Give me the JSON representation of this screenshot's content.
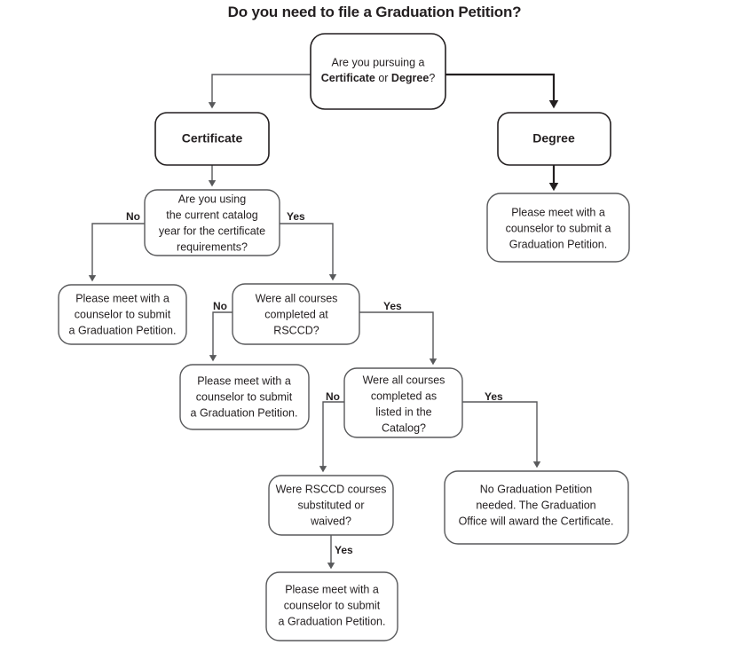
{
  "title": "Do you need to file a Graduation Petition?",
  "chart_data": {
    "type": "diagram",
    "diagram_kind": "flowchart",
    "title": "Do you need to file a Graduation Petition?",
    "orientation": "top-down",
    "node_shape": "rounded-rectangle",
    "colors": {
      "background": "#ffffff",
      "box_stroke": "#58595b",
      "box_stroke_heavy": "#231f20",
      "box_fill": "#ffffff",
      "text": "#231f20"
    },
    "nodes": [
      {
        "id": "q-start",
        "kind": "decision",
        "lines": [
          "Are you pursuing a",
          "Certificate or Degree?"
        ],
        "bold_words": [
          "Certificate",
          "Degree"
        ]
      },
      {
        "id": "n-certificate",
        "kind": "branch",
        "lines": [
          "Certificate"
        ],
        "bold": true
      },
      {
        "id": "n-degree",
        "kind": "branch",
        "lines": [
          "Degree"
        ],
        "bold": true
      },
      {
        "id": "r-degree-petition",
        "kind": "result",
        "lines": [
          "Please meet with a",
          "counselor to submit a",
          "Graduation Petition."
        ]
      },
      {
        "id": "q-catalog-year",
        "kind": "decision",
        "lines": [
          "Are you using",
          "the current catalog",
          "year for the certificate",
          "requirements?"
        ]
      },
      {
        "id": "r-catalog-no",
        "kind": "result",
        "lines": [
          "Please meet with a",
          "counselor to submit",
          "a Graduation Petition."
        ]
      },
      {
        "id": "q-rsccd",
        "kind": "decision",
        "lines": [
          "Were all courses",
          "completed at",
          "RSCCD?"
        ]
      },
      {
        "id": "r-rsccd-no",
        "kind": "result",
        "lines": [
          "Please meet with a",
          "counselor to submit",
          "a Graduation Petition."
        ]
      },
      {
        "id": "q-catalog-listed",
        "kind": "decision",
        "lines": [
          "Were all courses",
          "completed  as",
          "listed in the",
          "Catalog?"
        ]
      },
      {
        "id": "r-no-petition",
        "kind": "result",
        "lines": [
          "No Graduation Petition",
          "needed. The Graduation",
          "Office will award the Certificate."
        ]
      },
      {
        "id": "q-substituted",
        "kind": "decision",
        "lines": [
          "Were RSCCD courses",
          "substituted or",
          "waived?"
        ]
      },
      {
        "id": "r-substituted-yes",
        "kind": "result",
        "lines": [
          "Please meet with a",
          "counselor to submit",
          "a Graduation Petition."
        ]
      }
    ],
    "edges": [
      {
        "from": "q-start",
        "to": "n-certificate",
        "label": ""
      },
      {
        "from": "q-start",
        "to": "n-degree",
        "label": ""
      },
      {
        "from": "n-certificate",
        "to": "q-catalog-year",
        "label": ""
      },
      {
        "from": "n-degree",
        "to": "r-degree-petition",
        "label": ""
      },
      {
        "from": "q-catalog-year",
        "to": "r-catalog-no",
        "label": "No"
      },
      {
        "from": "q-catalog-year",
        "to": "q-rsccd",
        "label": "Yes"
      },
      {
        "from": "q-rsccd",
        "to": "r-rsccd-no",
        "label": "No"
      },
      {
        "from": "q-rsccd",
        "to": "q-catalog-listed",
        "label": "Yes"
      },
      {
        "from": "q-catalog-listed",
        "to": "q-substituted",
        "label": "No"
      },
      {
        "from": "q-catalog-listed",
        "to": "r-no-petition",
        "label": "Yes"
      },
      {
        "from": "q-substituted",
        "to": "r-substituted-yes",
        "label": "Yes"
      }
    ],
    "edge_labels": [
      "No",
      "Yes",
      "No",
      "Yes",
      "No",
      "Yes",
      "Yes"
    ]
  },
  "labels": {
    "yes": "Yes",
    "no": "No"
  },
  "nodes": {
    "start": {
      "line1": "Are you pursuing a",
      "line2a": "Certificate",
      "line2b": " or ",
      "line2c": "Degree",
      "line2d": "?"
    },
    "certificate": {
      "line1": "Certificate"
    },
    "degree": {
      "line1": "Degree"
    },
    "degree_result": {
      "line1": "Please meet with a",
      "line2": "counselor to submit a",
      "line3": "Graduation Petition."
    },
    "catalog_year": {
      "line1": "Are you using",
      "line2": "the current catalog",
      "line3": "year for the certificate",
      "line4": "requirements?"
    },
    "catalog_no_result": {
      "line1": "Please meet with a",
      "line2": "counselor to submit",
      "line3": "a Graduation Petition."
    },
    "rsccd": {
      "line1": "Were all courses",
      "line2": "completed at",
      "line3": "RSCCD?"
    },
    "rsccd_no_result": {
      "line1": "Please meet with a",
      "line2": "counselor to submit",
      "line3": "a Graduation Petition."
    },
    "catalog_listed": {
      "line1": "Were all courses",
      "line2": "completed  as",
      "line3": "listed in the",
      "line4": "Catalog?"
    },
    "no_petition_result": {
      "line1": "No Graduation Petition",
      "line2": "needed. The Graduation",
      "line3": "Office will award the Certificate."
    },
    "substituted": {
      "line1": "Were RSCCD courses",
      "line2": "substituted or",
      "line3": "waived?"
    },
    "substituted_yes_result": {
      "line1": "Please meet with a",
      "line2": "counselor to submit",
      "line3": "a Graduation Petition."
    }
  },
  "edge_label_text": {
    "catalog_year_no": "No",
    "catalog_year_yes": "Yes",
    "rsccd_no": "No",
    "rsccd_yes": "Yes",
    "catalog_listed_no": "No",
    "catalog_listed_yes": "Yes",
    "substituted_yes": "Yes"
  }
}
